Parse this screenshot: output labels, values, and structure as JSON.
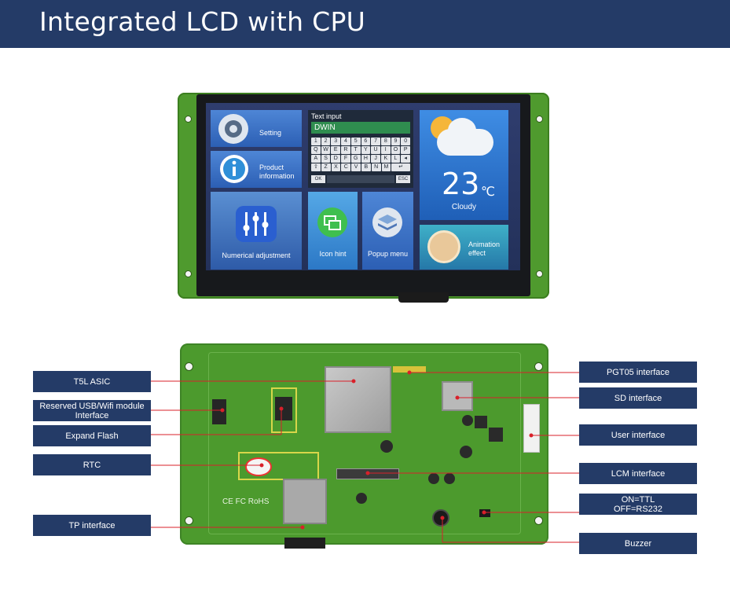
{
  "header": {
    "title": "Integrated LCD with CPU"
  },
  "screen": {
    "tiles": {
      "setting": "Setting",
      "product_info_1": "Product",
      "product_info_2": "information",
      "numerical": "Numerical adjustment",
      "icon_hint": "Icon hint",
      "popup_menu": "Popup menu",
      "animation_1": "Animation",
      "animation_2": "effect"
    },
    "keyboard": {
      "title": "Text input",
      "value": "DWIN",
      "rows": [
        [
          "1",
          "2",
          "3",
          "4",
          "5",
          "6",
          "7",
          "8",
          "9",
          "0"
        ],
        [
          "Q",
          "W",
          "E",
          "R",
          "T",
          "Y",
          "U",
          "I",
          "O",
          "P"
        ],
        [
          "A",
          "S",
          "D",
          "F",
          "G",
          "H",
          "J",
          "K",
          "L",
          "◂"
        ],
        [
          "⇧",
          "Z",
          "X",
          "C",
          "V",
          "B",
          "N",
          "M",
          "↵ Enter"
        ]
      ],
      "ok": "OK",
      "esc": "ESC"
    },
    "weather": {
      "temperature": "23",
      "unit": "℃",
      "condition": "Cloudy"
    }
  },
  "board": {
    "marks": "CE FC RoHS"
  },
  "callouts": {
    "left": [
      {
        "id": "t5l-asic",
        "label": "T5L ASIC"
      },
      {
        "id": "reserved-usb",
        "label_1": "Reserved USB/Wifi module",
        "label_2": "Interface"
      },
      {
        "id": "expand-flash",
        "label": "Expand Flash"
      },
      {
        "id": "rtc",
        "label": "RTC"
      },
      {
        "id": "tp-interface",
        "label": "TP interface"
      }
    ],
    "right": [
      {
        "id": "pgt05",
        "label": "PGT05 interface"
      },
      {
        "id": "sd",
        "label": "SD interface"
      },
      {
        "id": "user",
        "label": "User interface"
      },
      {
        "id": "lcm",
        "label": "LCM interface"
      },
      {
        "id": "ttl-rs232",
        "label_1": "ON=TTL",
        "label_2": "OFF=RS232"
      },
      {
        "id": "buzzer",
        "label": "Buzzer"
      }
    ]
  },
  "colors": {
    "header": "#243b67",
    "pcb": "#4c9a2d",
    "callout_line": "#d9202a"
  }
}
